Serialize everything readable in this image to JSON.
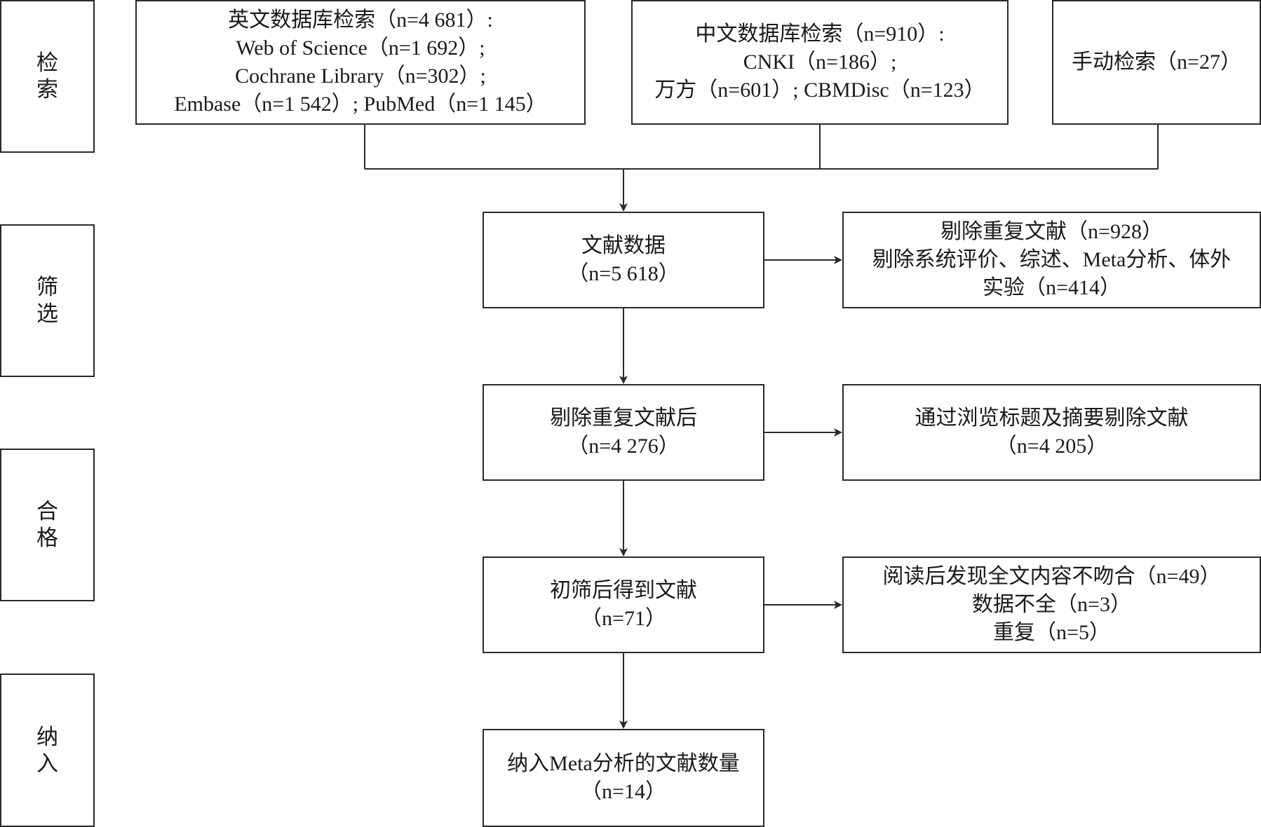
{
  "stages": [
    {
      "id": "search",
      "chars": [
        "检",
        "索"
      ]
    },
    {
      "id": "screen",
      "chars": [
        "筛",
        "选"
      ]
    },
    {
      "id": "eligible",
      "chars": [
        "合",
        "格"
      ]
    },
    {
      "id": "include",
      "chars": [
        "纳",
        "入"
      ]
    }
  ],
  "boxes": {
    "english_db": [
      "英文数据库检索（n=4 681）:",
      "Web of Science（n=1 692）;",
      "Cochrane Library（n=302）;",
      "Embase（n=1 542）; PubMed（n=1 145）"
    ],
    "chinese_db": [
      "中文数据库检索（n=910）:",
      "CNKI（n=186）;",
      "万方（n=601）; CBMDisc（n=123）"
    ],
    "manual": [
      "手动检索（n=27）"
    ],
    "literature": [
      "文献数据",
      "（n=5 618）"
    ],
    "excluded_1": [
      "剔除重复文献（n=928）",
      "剔除系统评价、综述、Meta分析、体外",
      "实验（n=414）"
    ],
    "after_dedup": [
      "剔除重复文献后",
      "（n=4 276）"
    ],
    "excluded_2": [
      "通过浏览标题及摘要剔除文献",
      "（n=4 205）"
    ],
    "initial": [
      "初筛后得到文献",
      "（n=71）"
    ],
    "excluded_3": [
      "阅读后发现全文内容不吻合（n=49）",
      "数据不全（n=3）",
      "重复（n=5）"
    ],
    "final": [
      "纳入Meta分析的文献数量",
      "（n=14）"
    ]
  }
}
